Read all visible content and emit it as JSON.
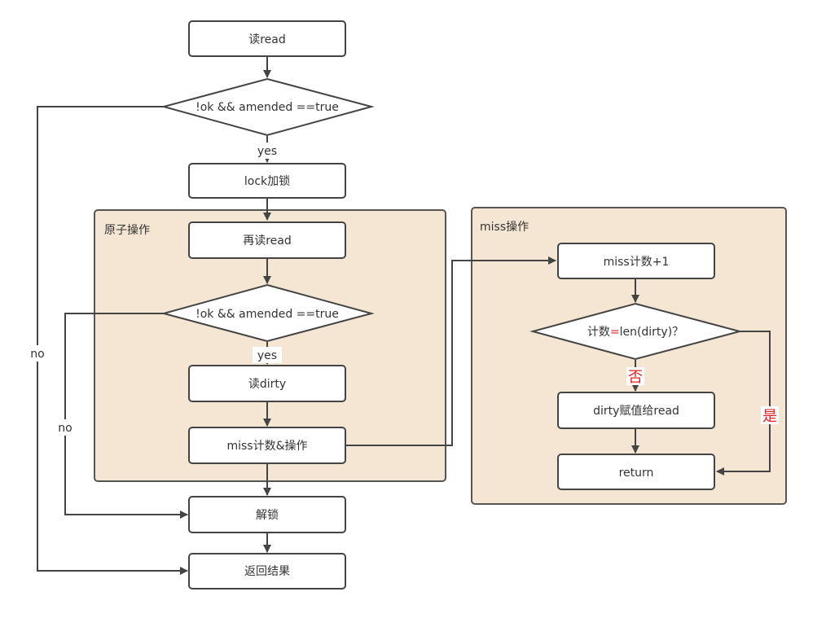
{
  "groups": {
    "atomic": {
      "label": "原子操作"
    },
    "miss": {
      "label": "miss操作"
    }
  },
  "nodes": {
    "read": "读read",
    "check1": "!ok && amended ==true",
    "lock": "lock加锁",
    "reread": "再读read",
    "check2": "!ok && amended ==true",
    "read_dirty": "读dirty",
    "miss_op": "miss计数&操作",
    "unlock": "解锁",
    "return_result": "返回结果",
    "miss_inc": "miss计数+1",
    "check_len_pre": "计数",
    "check_len_eq": "=",
    "check_len_post": "len(dirty)？",
    "assign": "dirty赋值给read",
    "return": "return"
  },
  "edge_labels": {
    "yes1": "yes",
    "no1": "no",
    "yes2": "yes",
    "no2": "no",
    "deny": "否",
    "affirm": "是"
  },
  "colors": {
    "group_fill": "#f5e6d3",
    "stroke": "#444444",
    "text": "#333333",
    "red": "#e02020"
  }
}
